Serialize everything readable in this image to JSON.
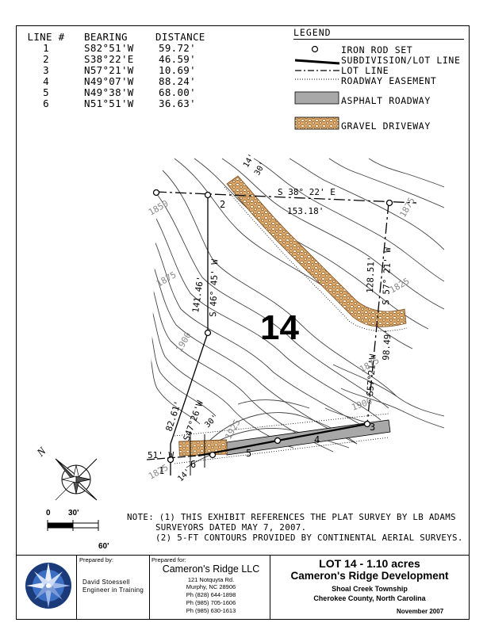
{
  "line_table": {
    "headers": [
      "LINE #",
      "BEARING",
      "DISTANCE"
    ],
    "rows": [
      {
        "line": "1",
        "bearing": "S82°51'W",
        "distance": "59.72'"
      },
      {
        "line": "2",
        "bearing": "S38°22'E",
        "distance": "46.59'"
      },
      {
        "line": "3",
        "bearing": "N57°21'W",
        "distance": "10.69'"
      },
      {
        "line": "4",
        "bearing": "N49°07'W",
        "distance": "88.24'"
      },
      {
        "line": "5",
        "bearing": "N49°38'W",
        "distance": "68.00'"
      },
      {
        "line": "6",
        "bearing": "N51°51'W",
        "distance": "36.63'"
      }
    ]
  },
  "legend": {
    "title": "LEGEND",
    "items": [
      {
        "label": "IRON ROD SET",
        "symbol": "circle"
      },
      {
        "label": "SUBDIVISION/LOT LINE",
        "symbol": "thick-dash-line"
      },
      {
        "label": "LOT LINE",
        "symbol": "dash-line"
      },
      {
        "label": "ROADWAY EASEMENT",
        "symbol": "dotted-line"
      },
      {
        "label": "ASPHALT ROADWAY",
        "symbol": "gray-fill"
      },
      {
        "label": "GRAVEL DRIVEWAY",
        "symbol": "gravel-fill"
      }
    ]
  },
  "map": {
    "lot_number": "14",
    "contour_labels": [
      "1850",
      "1875",
      "1900",
      "1825",
      "1875",
      "1900",
      "1925",
      "1875",
      "1825"
    ],
    "boundary_labels": {
      "top": "S 38° 22' E",
      "top_distance": "153.18'",
      "left_upper_bearing": "S 46° 45' W",
      "left_upper_distance": "141.46'",
      "left_lower_bearing": "S47°26'W",
      "left_lower_distance": "82.61'",
      "right_upper_bearing": "S 57° 21' W",
      "right_upper_distance": "128.51'",
      "right_lower_bearing": "S57°21'W",
      "right_lower_distance": "98.49'",
      "bottom_left": "51' W"
    },
    "width_labels": [
      "14'",
      "30'",
      "30'",
      "14'"
    ],
    "line_markers": [
      "1",
      "2",
      "3",
      "4",
      "5",
      "6"
    ],
    "colors": {
      "asphalt": "#a8a8a8",
      "gravel": "#c8955a",
      "gravel_dark": "#7a4a1c",
      "contour": "#444444"
    }
  },
  "north_arrow": {
    "label": "N"
  },
  "scale_bar": {
    "start": "0",
    "mid": "30'",
    "end": "60'"
  },
  "notes": {
    "line1": "NOTE: (1) THIS EXHIBIT REFERENCES THE PLAT SURVEY BY LB ADAMS",
    "line2": "SURVEYORS DATED MAY 7, 2007.",
    "line3": "(2) 5-FT CONTOURS PROVIDED BY CONTINENTAL AERIAL SURVEYS."
  },
  "title_block": {
    "prepared_by_label": "Prepared by:",
    "prepared_by_name": "David Stoessell",
    "prepared_by_title": "Engineer in Training",
    "prepared_for_label": "Prepared for:",
    "client_name": "Cameron's Ridge LLC",
    "client_address1": "121 Notquyta Rd.",
    "client_address2": "Murphy, NC 28906",
    "client_phone1": "Ph (828) 644-1898",
    "client_phone2": "Ph (985) 705-1606",
    "client_phone3": "Ph (985) 630-1613",
    "lot_title": "LOT 14 - 1.10 acres",
    "development": "Cameron's Ridge Development",
    "township": "Shoal Creek Township",
    "county": "Cherokee County, North Carolina",
    "date": "November 2007"
  }
}
